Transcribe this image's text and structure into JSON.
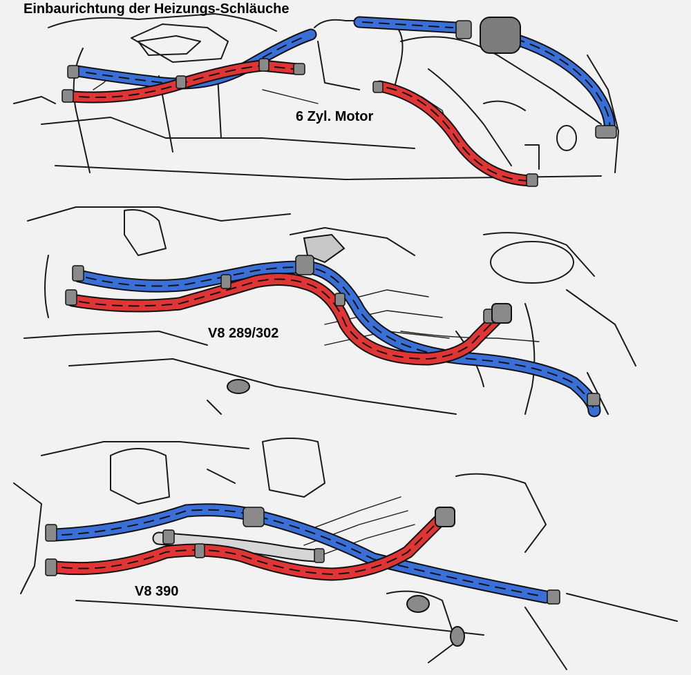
{
  "title": "Einbaurichtung der Heizungs-Schläuche",
  "diagrams": [
    {
      "id": "six-cyl",
      "label": "6 Zyl. Motor"
    },
    {
      "id": "v8-289-302",
      "label": "V8 289/302"
    },
    {
      "id": "v8-390",
      "label": "V8 390"
    }
  ],
  "colors": {
    "background": "#f2f2f2",
    "hose_blue": "#3a6fd8",
    "hose_red": "#e03535",
    "hose_grey": "#d6d6d6",
    "clamp": "#8a8a8a",
    "line_art": "#1a1a1a"
  }
}
